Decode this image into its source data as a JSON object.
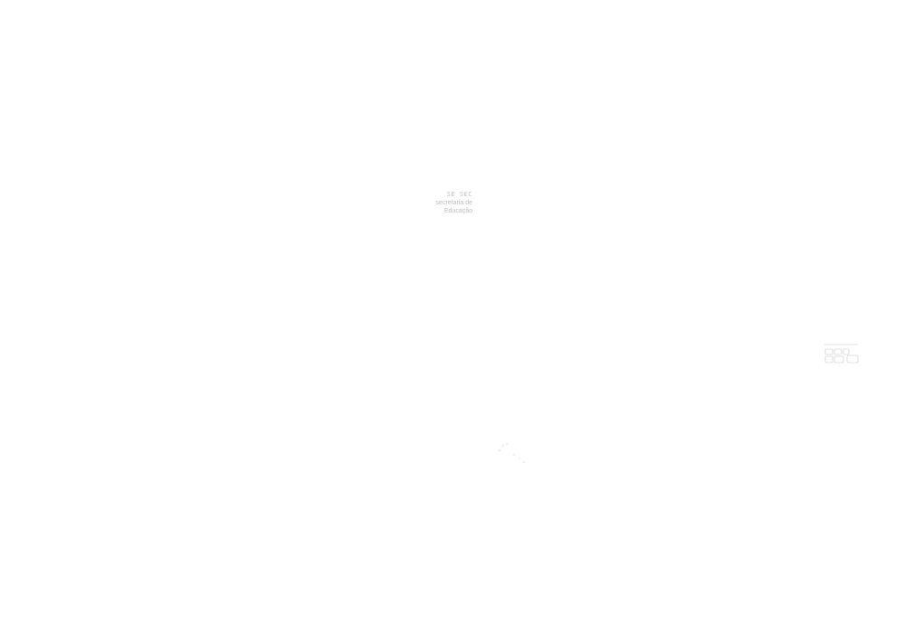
{
  "branding": {
    "logo_text": "SE SEC",
    "line1": "secretaria de",
    "line2": "Educação"
  },
  "icons": {
    "corner_logo": "grid-logo-icon",
    "loading": "loading-spinner-icon"
  },
  "colors": {
    "background": "#ffffff",
    "text_faint": "#bcbcbc"
  }
}
